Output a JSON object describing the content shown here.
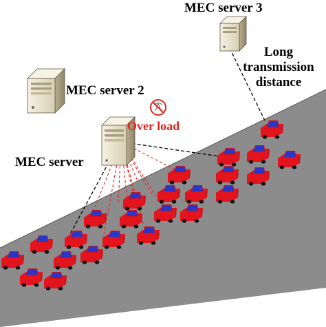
{
  "labels": {
    "mec_server_3": "MEC server 3",
    "mec_server_2": "MEC server 2",
    "mec_server": "MEC server",
    "over_load": "Over load",
    "long_transmission_distance": "Long transmission distance"
  },
  "colors": {
    "road": "#8c8c8c",
    "car_body": "#e3141e",
    "car_roof": "#2a36c8",
    "overload_text": "#e8231f",
    "overload_link": "#e8231f",
    "offload_link": "#000000",
    "server_body": "#ece6d2"
  },
  "icons": {
    "server": "server-tower-icon",
    "overload": "no-signal-icon",
    "vehicle": "car-icon"
  }
}
